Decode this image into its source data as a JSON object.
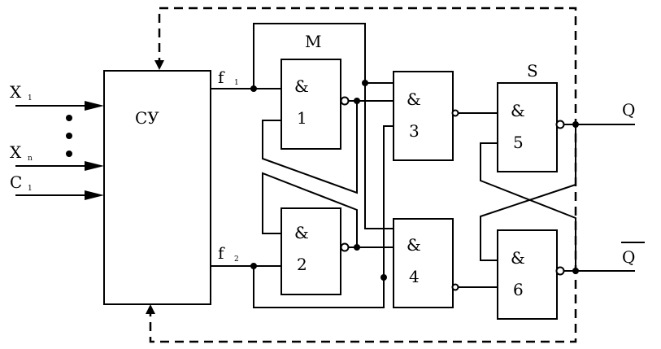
{
  "control_unit": {
    "label": "СУ"
  },
  "inputs": [
    {
      "letter": "X",
      "sub": "1"
    },
    {
      "letter": "X",
      "sub": "n"
    },
    {
      "letter": "C",
      "sub": "1"
    }
  ],
  "outputs": {
    "f1": "f",
    "f1_sub": "1",
    "f2": "f",
    "f2_sub": "2"
  },
  "groups": {
    "m": "M",
    "s": "S"
  },
  "gates": [
    {
      "op": "&",
      "num": "1"
    },
    {
      "op": "&",
      "num": "2"
    },
    {
      "op": "&",
      "num": "3"
    },
    {
      "op": "&",
      "num": "4"
    },
    {
      "op": "&",
      "num": "5"
    },
    {
      "op": "&",
      "num": "6"
    }
  ],
  "result": {
    "q": "Q",
    "q_bar": "Q"
  }
}
